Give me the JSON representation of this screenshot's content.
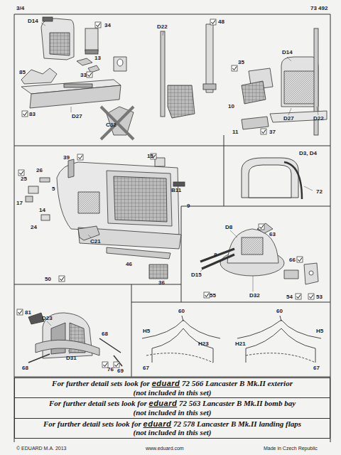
{
  "diagram": {
    "nodes": [
      {
        "text": [
          "For further detail sets look for",
          "eduard",
          "72 566 Lancaster B Mk.II exterior",
          "(not included in this set)"
        ]
      },
      {
        "text": [
          "For further detail sets look for",
          "eduard",
          "72 563 Lancaster B Mk.II bomb bay",
          "(not included in this set)"
        ]
      },
      {
        "text": [
          "For further detail sets look for",
          "eduard",
          "72 578 Lancaster B Mk.II landing flaps",
          "(not included in this set)"
        ]
      }
    ],
    "labels": [
      "3/4",
      "73 492",
      "D14",
      "34",
      "33",
      "13",
      "85",
      "83",
      "D27",
      "C32",
      "D22",
      "48",
      "D14",
      "35",
      "10",
      "D27",
      "D22",
      "11",
      "37",
      "D3, D4",
      "72",
      "39",
      "15",
      "25",
      "26",
      "5",
      "17",
      "B11",
      "14",
      "24",
      "9",
      "8",
      "C21",
      "46",
      "36",
      "50",
      "D8",
      "63",
      "66",
      "D15",
      "55",
      "D32",
      "54",
      "53",
      "81",
      "D23",
      "68",
      "68",
      "D31",
      "76",
      "69",
      "60",
      "H5",
      "H23",
      "H21",
      "60",
      "H5",
      "67",
      "67",
      "© EDUARD  M.A. 2013",
      "www.eduard.com",
      "Made in Czech Republic"
    ]
  }
}
